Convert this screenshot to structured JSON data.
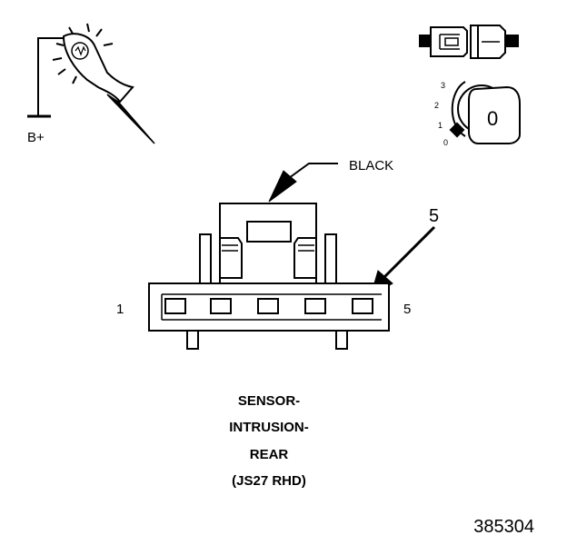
{
  "probe": {
    "label": "B+"
  },
  "connector": {
    "color_label": "BLACK",
    "callout_pin": "5",
    "pin_left": "1",
    "pin_right": "5"
  },
  "ignition": {
    "positions": [
      "3",
      "2",
      "1",
      "0"
    ],
    "key_position": "0"
  },
  "caption": {
    "line1": "SENSOR-",
    "line2": "INTRUSION-",
    "line3": "REAR",
    "line4": "(JS27 RHD)"
  },
  "figure_number": "385304"
}
